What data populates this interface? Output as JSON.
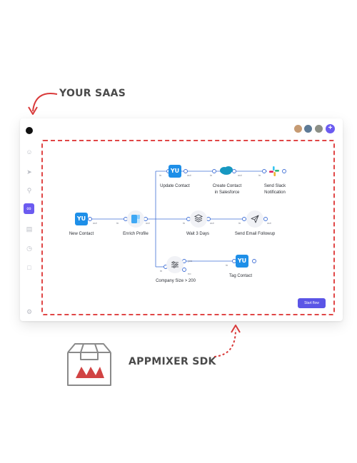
{
  "callouts": {
    "top_label": "YOUR SAAS",
    "bottom_label": "APPMIXER SDK"
  },
  "colors": {
    "accent": "#5b55e6",
    "dashed_frame": "#e04646",
    "connector": "#3f6fd6",
    "yu_blue": "#1e8fe8"
  },
  "sidebar": {
    "items": [
      {
        "icon": "user-icon"
      },
      {
        "icon": "send-icon"
      },
      {
        "icon": "key-icon"
      },
      {
        "icon": "link-icon",
        "active": true
      },
      {
        "icon": "database-icon"
      },
      {
        "icon": "clock-icon"
      },
      {
        "icon": "document-icon"
      },
      {
        "icon": "settings-icon"
      }
    ]
  },
  "header": {
    "add_user": "+"
  },
  "flow": {
    "port_in": "in",
    "port_out": "out",
    "port_yes": "yes",
    "port_no": "no",
    "nodes": {
      "new_contact": {
        "label": "New Contact",
        "icon_text": "YU"
      },
      "enrich_profile": {
        "label": "Enrich Profile"
      },
      "update_contact": {
        "label": "Update Contact",
        "icon_text": "YU"
      },
      "create_contact_sf": {
        "label_line1": "Create Contact",
        "label_line2": "in Salesforce"
      },
      "send_slack": {
        "label_line1": "Send Slack",
        "label_line2": "Notification"
      },
      "wait_days": {
        "label": "Wait 3 Days"
      },
      "send_email": {
        "label": "Send Email Followup"
      },
      "company_size": {
        "label": "Company Size > 200"
      },
      "tag_contact": {
        "label": "Tag Contact",
        "icon_text": "YU"
      }
    }
  },
  "actions": {
    "start_flow": "Start flow"
  }
}
